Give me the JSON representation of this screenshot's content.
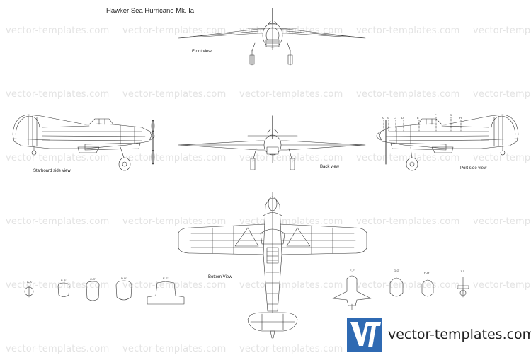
{
  "title": "Hawker Sea Hurricane Mk. Ia",
  "views": {
    "front": "Front view",
    "starboard": "Starboard side view",
    "back": "Back view",
    "port": "Port side view",
    "bottom": "Bottom View"
  },
  "watermark": "vector-templates.com",
  "sections_left": [
    "A-A'",
    "B-B'",
    "C-C'",
    "D-D'",
    "E-E'"
  ],
  "sections_right": [
    "F-F'",
    "G-G'",
    "H-H'",
    "J-J'"
  ],
  "port_markers": [
    "A",
    "B",
    "C",
    "D",
    "E",
    "F",
    "G",
    "H"
  ],
  "brand": {
    "logo": "VT",
    "text": "vector-templates.com",
    "color": "#2f6ab3"
  }
}
